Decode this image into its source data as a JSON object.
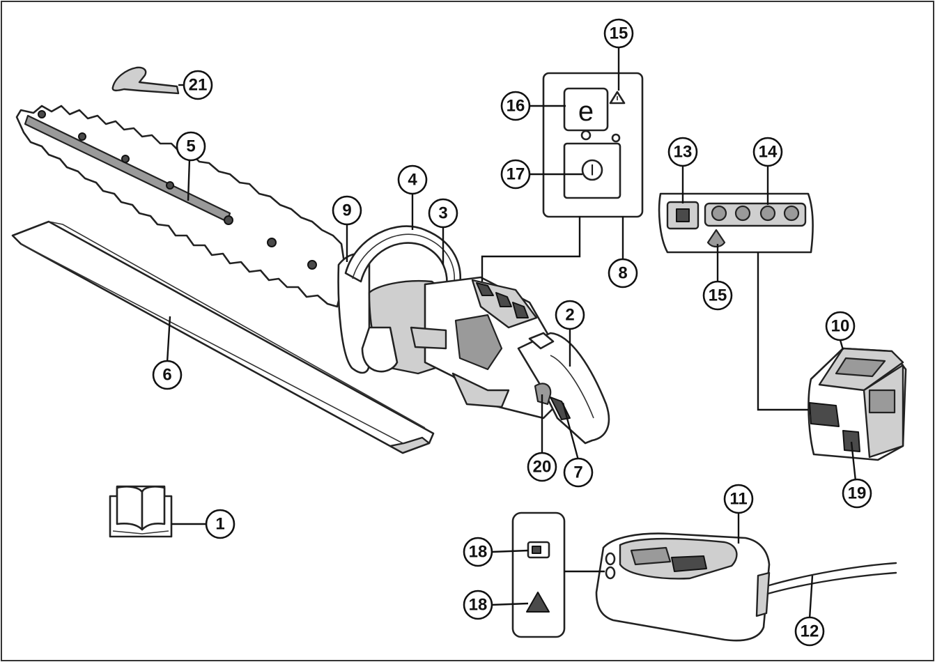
{
  "labels": {
    "n1": "1",
    "n2": "2",
    "n3": "3",
    "n4": "4",
    "n5": "5",
    "n6": "6",
    "n7": "7",
    "n8": "8",
    "n9": "9",
    "n10": "10",
    "n11": "11",
    "n12": "12",
    "n13": "13",
    "n14": "14",
    "n15a": "15",
    "n15b": "15",
    "n16": "16",
    "n17": "17",
    "n18a": "18",
    "n18b": "18",
    "n19": "19",
    "n20": "20",
    "n21": "21"
  },
  "icons": {
    "eco_button": "e",
    "power_button": "I"
  },
  "colors": {
    "line": "#222222",
    "fill_light": "#cfcfcf",
    "fill_mid": "#9a9a9a",
    "fill_dark": "#4a4a4a"
  }
}
